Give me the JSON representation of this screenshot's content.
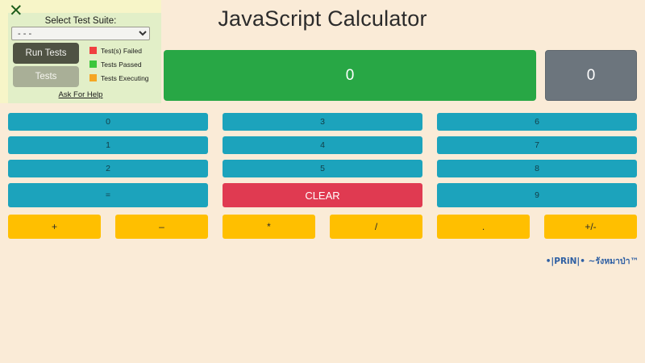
{
  "page": {
    "title": "JavaScript Calculator",
    "background_color": "#FAEBD7"
  },
  "test_panel": {
    "close_icon_label": "✕",
    "suite_label": "Select Test Suite:",
    "select": {
      "selected_value": "- - -",
      "options": [
        "- - -"
      ]
    },
    "run_tests_label": "Run Tests",
    "tests_label": "Tests",
    "help_link_label": "Ask For Help",
    "legend": [
      {
        "label": "Test(s) Failed",
        "color": "#F04040"
      },
      {
        "label": "Tests Passed",
        "color": "#3CC63C"
      },
      {
        "label": "Tests Executing",
        "color": "#F5A623"
      }
    ]
  },
  "display": {
    "main_value": "0",
    "main_color": "#28A745",
    "mini_value": "0",
    "mini_color": "#6C757D"
  },
  "keypad": {
    "accent_color": "#1CA3BC",
    "clear_color": "#E03A51",
    "columns": [
      {
        "keys": [
          {
            "label": "0",
            "kind": "digit"
          },
          {
            "label": "1",
            "kind": "digit"
          },
          {
            "label": "2",
            "kind": "digit"
          },
          {
            "label": "=",
            "kind": "equals"
          }
        ]
      },
      {
        "keys": [
          {
            "label": "3",
            "kind": "digit"
          },
          {
            "label": "4",
            "kind": "digit"
          },
          {
            "label": "5",
            "kind": "digit"
          },
          {
            "label": "CLEAR",
            "kind": "clear"
          }
        ]
      },
      {
        "keys": [
          {
            "label": "6",
            "kind": "digit"
          },
          {
            "label": "7",
            "kind": "digit"
          },
          {
            "label": "8",
            "kind": "digit"
          },
          {
            "label": "9",
            "kind": "digit-tall"
          }
        ]
      }
    ]
  },
  "operators": {
    "color": "#FFBF00",
    "keys": [
      {
        "label": "+",
        "name": "plus"
      },
      {
        "label": "–",
        "name": "minus"
      },
      {
        "label": "*",
        "name": "multiply"
      },
      {
        "label": "/",
        "name": "divide"
      },
      {
        "label": ".",
        "name": "decimal"
      },
      {
        "label": "+/-",
        "name": "sign-toggle"
      }
    ]
  },
  "footer": {
    "credit": "•|PRiN|• ~รังหมาป่า™",
    "color": "#2E5FA3"
  }
}
